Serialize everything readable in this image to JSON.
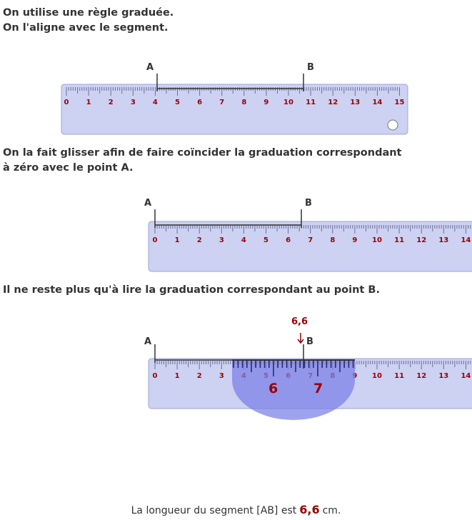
{
  "steps": {
    "step1_line1": "On utilise une règle graduée.",
    "step1_line2": "On l'aligne avec le segment.",
    "step2_line1": "On la fait glisser afin de faire coïncider la graduation correspondant",
    "step2_line2": "à zéro avec le point A.",
    "step3": "Il ne reste plus qu'à lire la graduation correspondant au point B."
  },
  "segment": {
    "point_a": "A",
    "point_b": "B",
    "length_cm": 6.6
  },
  "ruler": {
    "tick_labels": [
      "0",
      "1",
      "2",
      "3",
      "4",
      "5",
      "6",
      "7",
      "8",
      "9",
      "10",
      "11",
      "12",
      "13",
      "14",
      "15"
    ],
    "zoom_labels": [
      "6",
      "7"
    ],
    "reading_label": "6,6"
  },
  "conclusion": {
    "prefix": "La longueur du segment [AB] est",
    "value": "6,6",
    "unit": "cm."
  },
  "colors": {
    "ruler_fill": "#cdd1f2",
    "ruler_edge": "#9fa5d8",
    "tick_color": "#6a6f98",
    "number_color": "#990000",
    "segment_color": "#333333",
    "magnifier_fill": "#7a7fe6",
    "highlight": "#990000"
  }
}
